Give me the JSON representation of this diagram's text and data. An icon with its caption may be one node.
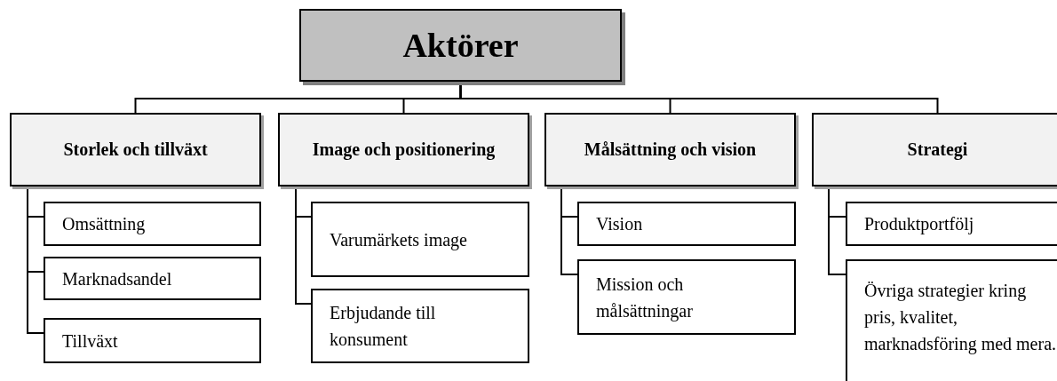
{
  "diagram": {
    "nodes": [
      {
        "text": [
          "Aktörer"
        ]
      },
      {
        "text": [
          "Storlek och tillväxt"
        ]
      },
      {
        "text": [
          "Image och positionering"
        ]
      },
      {
        "text": [
          "Målsättning och vision"
        ]
      },
      {
        "text": [
          "Strategi"
        ]
      },
      {
        "text": [
          "Omsättning"
        ]
      },
      {
        "text": [
          "Marknadsandel"
        ]
      },
      {
        "text": [
          "Tillväxt"
        ]
      },
      {
        "text": [
          "Varumärkets image"
        ]
      },
      {
        "text": [
          "Erbjudande till konsument"
        ]
      },
      {
        "text": [
          "Vision"
        ]
      },
      {
        "text": [
          "Mission och målsättningar"
        ]
      },
      {
        "text": [
          "Produktportfölj"
        ]
      },
      {
        "text": [
          "Övriga strategier kring pris, kvalitet, marknadsföring med mera."
        ]
      }
    ],
    "edges": [
      {
        "from": 0,
        "to": 1,
        "arrow": "none"
      },
      {
        "from": 0,
        "to": 2,
        "arrow": "none"
      },
      {
        "from": 0,
        "to": 3,
        "arrow": "none"
      },
      {
        "from": 0,
        "to": 4,
        "arrow": "none"
      },
      {
        "from": 1,
        "to": 5,
        "arrow": "none"
      },
      {
        "from": 1,
        "to": 6,
        "arrow": "none"
      },
      {
        "from": 1,
        "to": 7,
        "arrow": "none"
      },
      {
        "from": 2,
        "to": 8,
        "arrow": "none"
      },
      {
        "from": 2,
        "to": 9,
        "arrow": "none"
      },
      {
        "from": 3,
        "to": 10,
        "arrow": "none"
      },
      {
        "from": 3,
        "to": 11,
        "arrow": "none"
      },
      {
        "from": 4,
        "to": 12,
        "arrow": "none"
      },
      {
        "from": 4,
        "to": 13,
        "arrow": "none"
      }
    ]
  }
}
